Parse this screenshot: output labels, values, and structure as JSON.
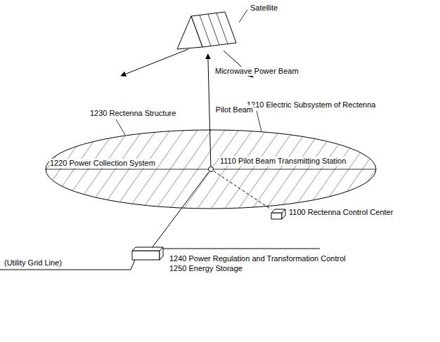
{
  "diagram": {
    "nodes": [
      {
        "text": [
          "Satellite"
        ]
      },
      {
        "text": [
          "1110 Pilot Beam Transmitting Station"
        ]
      },
      {
        "text": [
          "1100 Rectenna Control Center"
        ]
      },
      {
        "text": [
          "1240 Power Regulation and Transformation Control",
          "1250 Energy Storage"
        ]
      }
    ],
    "edges": [
      {
        "from": 1,
        "to": 0,
        "arrow": "to",
        "label": "Pilot Beam"
      },
      {
        "from": 1,
        "to": 2,
        "arrow": "none"
      },
      {
        "from": 1,
        "to": 3,
        "arrow": "none"
      }
    ],
    "labels": [
      "Microwave Power Beam",
      "1230 Rectenna Structure",
      "1210 Electric Subsystem of Rectenna",
      "1220 Power Collection System",
      "(Utility Grid Line)"
    ]
  }
}
